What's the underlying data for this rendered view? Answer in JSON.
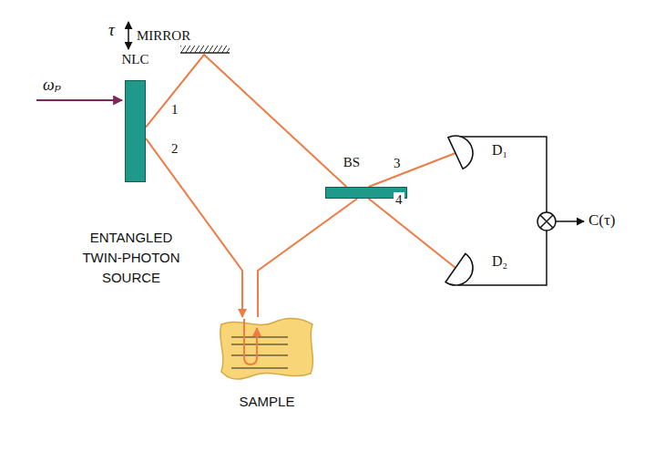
{
  "diagram": {
    "nodes": [
      {
        "text": [
          "NLC"
        ]
      },
      {
        "text": [
          "BS"
        ]
      },
      {
        "text": [
          "SAMPLE"
        ]
      },
      {
        "text": [
          "D₁"
        ]
      },
      {
        "text": [
          "D₂"
        ]
      }
    ],
    "edges": [
      {
        "from": 0,
        "to": 1,
        "label": "1",
        "arrow": "none"
      },
      {
        "from": 0,
        "to": 2,
        "label": "2",
        "arrow": "to"
      },
      {
        "from": 2,
        "to": 1,
        "arrow": "none"
      },
      {
        "from": 1,
        "to": 3,
        "label": "3",
        "arrow": "none"
      },
      {
        "from": 1,
        "to": 4,
        "label": "4",
        "arrow": "none"
      }
    ],
    "labels": [
      "τ",
      "MIRROR",
      "ωₚ",
      "ENTANGLED TWIN-PHOTON SOURCE",
      "C(τ)"
    ]
  }
}
